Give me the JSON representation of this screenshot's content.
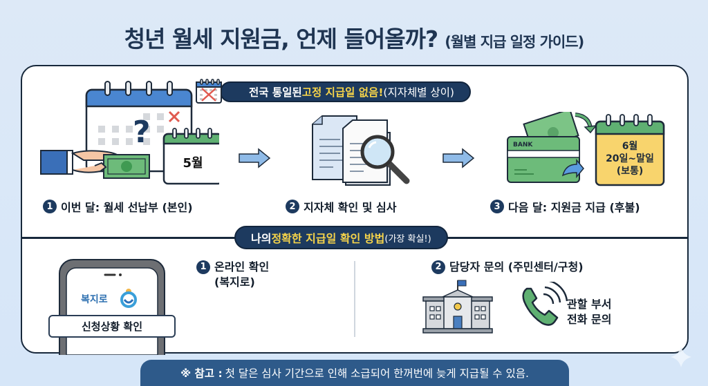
{
  "title": {
    "main": "청년 월세 지원금, 언제 들어올까?",
    "sub": "(월별 지급 일정 가이드)"
  },
  "banner_top": {
    "icon": "calendar-x-icon",
    "prefix": "전국 통일된 ",
    "highlight": "고정 지급일 없음!",
    "suffix": " (지자체별 상이)"
  },
  "steps": [
    {
      "num": "1",
      "label": "이번 달: 월세 선납부 (본인)",
      "icon": "calendar-payment-icon",
      "calendar_text": "5월"
    },
    {
      "num": "2",
      "label": "지자체 확인 및 심사",
      "icon": "document-search-icon"
    },
    {
      "num": "3",
      "label": "다음 달: 지원금 지급 (후불)",
      "icon": "bank-card-icon",
      "card_text": "BANK",
      "calendar_lines": [
        "6월",
        "20일~말일",
        "(보통)"
      ]
    }
  ],
  "banner_mid": {
    "prefix": "나의 ",
    "highlight": "정확한 지급일 확인 방법",
    "suffix": " (가장 확실!)"
  },
  "methods": [
    {
      "num": "1",
      "title_line1": "온라인 확인",
      "title_line2": "(복지로)",
      "app_name": "복지로",
      "button": "신청상황 확인",
      "icon": "smartphone-icon"
    },
    {
      "num": "2",
      "title": "담당자 문의 (주민센터/구청)",
      "contact_line1": "관할 부서",
      "contact_line2": "전화 문의",
      "icons": [
        "government-building-icon",
        "phone-call-icon"
      ]
    }
  ],
  "note": {
    "label": "※ 참고 :",
    "text": "첫 달은 심사 기간으로 인해 소급되어 한꺼번에 늦게 지급될 수 있음."
  },
  "colors": {
    "background": "#dde9f7",
    "navy": "#1d3a5f",
    "highlight_yellow": "#f6d44a",
    "green": "#5fb072",
    "blue_arrow": "#8fbbe8",
    "note_bg": "#2e5a8a"
  }
}
